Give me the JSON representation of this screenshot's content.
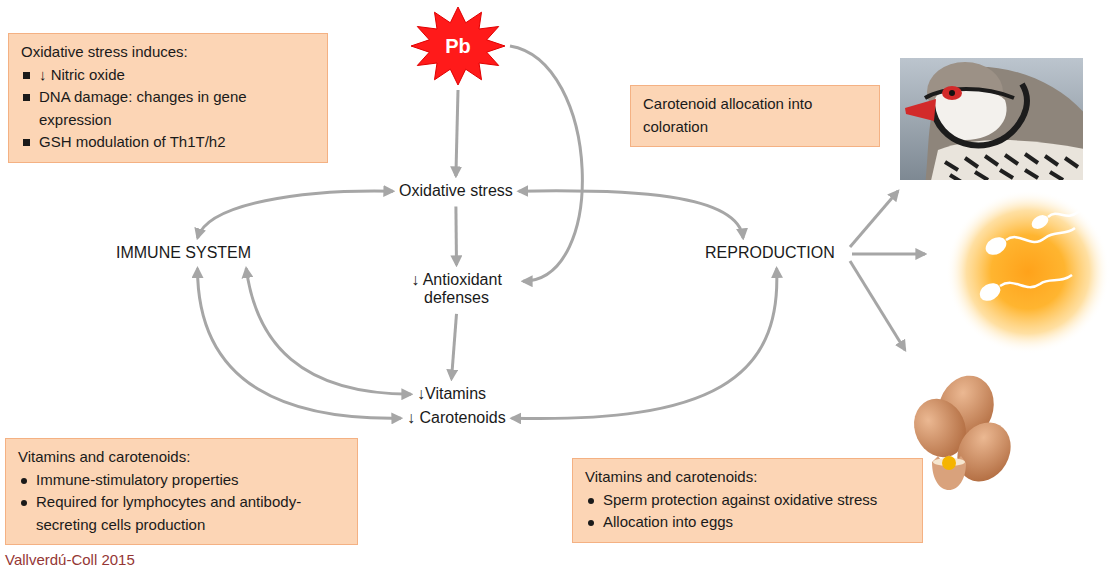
{
  "diagram": {
    "caption": "Vallverdú-Coll 2015",
    "nodes": [
      {
        "text": [
          "Oxidative stress induces:",
          "↓ Nitric oxide",
          "DNA damage: changes in gene expression",
          "GSH modulation of Th1T/h2"
        ]
      },
      {
        "text": [
          "Pb"
        ]
      },
      {
        "text": [
          "Carotenoid allocation into coloration"
        ]
      },
      {
        "text": [
          "Oxidative stress"
        ]
      },
      {
        "text": [
          "IMMUNE SYSTEM"
        ]
      },
      {
        "text": [
          "↓ Antioxidant defenses"
        ]
      },
      {
        "text": [
          "REPRODUCTION"
        ]
      },
      {
        "text": [
          "↓Vitamins"
        ]
      },
      {
        "text": [
          "↓ Carotenoids"
        ]
      },
      {
        "text": [
          "Vitamins and carotenoids:",
          "Immune-stimulatory properties",
          "Required for lymphocytes and antibody-secreting cells production"
        ]
      },
      {
        "text": [
          "Vitamins and carotenoids:",
          "Sperm protection against oxidative stress",
          "Allocation into eggs"
        ]
      }
    ],
    "edges": [
      {
        "from": 1,
        "to": 3,
        "arrow": "to"
      },
      {
        "from": 1,
        "to": 5,
        "arrow": "to"
      },
      {
        "from": 3,
        "to": 5,
        "arrow": "to"
      },
      {
        "from": 5,
        "to": 7,
        "arrow": "to"
      },
      {
        "from": 4,
        "to": 3,
        "arrow": "both"
      },
      {
        "from": 3,
        "to": 6,
        "arrow": "both"
      },
      {
        "from": 4,
        "to": 7,
        "arrow": "both"
      },
      {
        "from": 4,
        "to": 8,
        "arrow": "both"
      },
      {
        "from": 8,
        "to": 6,
        "arrow": "both"
      }
    ]
  }
}
